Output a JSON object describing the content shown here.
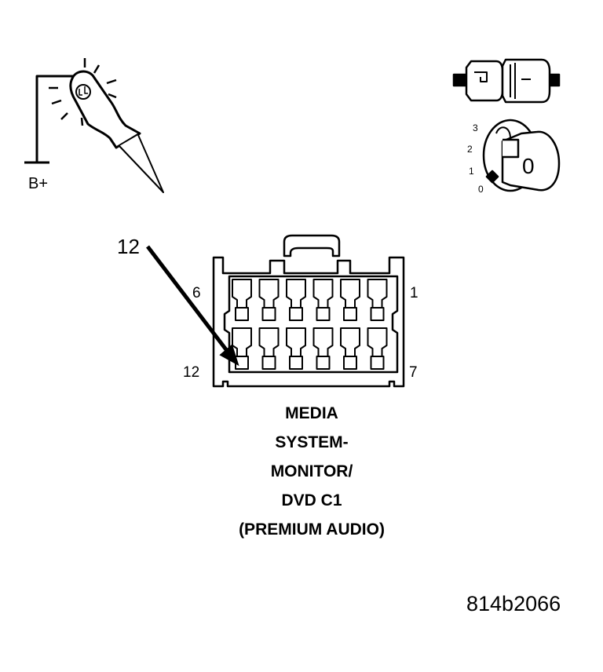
{
  "probe": {
    "label": "B+"
  },
  "ignition": {
    "positions": [
      "3",
      "2",
      "1",
      "0"
    ],
    "key_label": "0"
  },
  "connector": {
    "callout": "12",
    "pin_top_left": "6",
    "pin_top_right": "1",
    "pin_bottom_left": "12",
    "pin_bottom_right": "7",
    "pins_per_row": 6,
    "rows": 2
  },
  "caption": [
    "MEDIA",
    "SYSTEM-",
    "MONITOR/",
    "DVD C1",
    "(PREMIUM AUDIO)"
  ],
  "figure_id": "814b2066"
}
